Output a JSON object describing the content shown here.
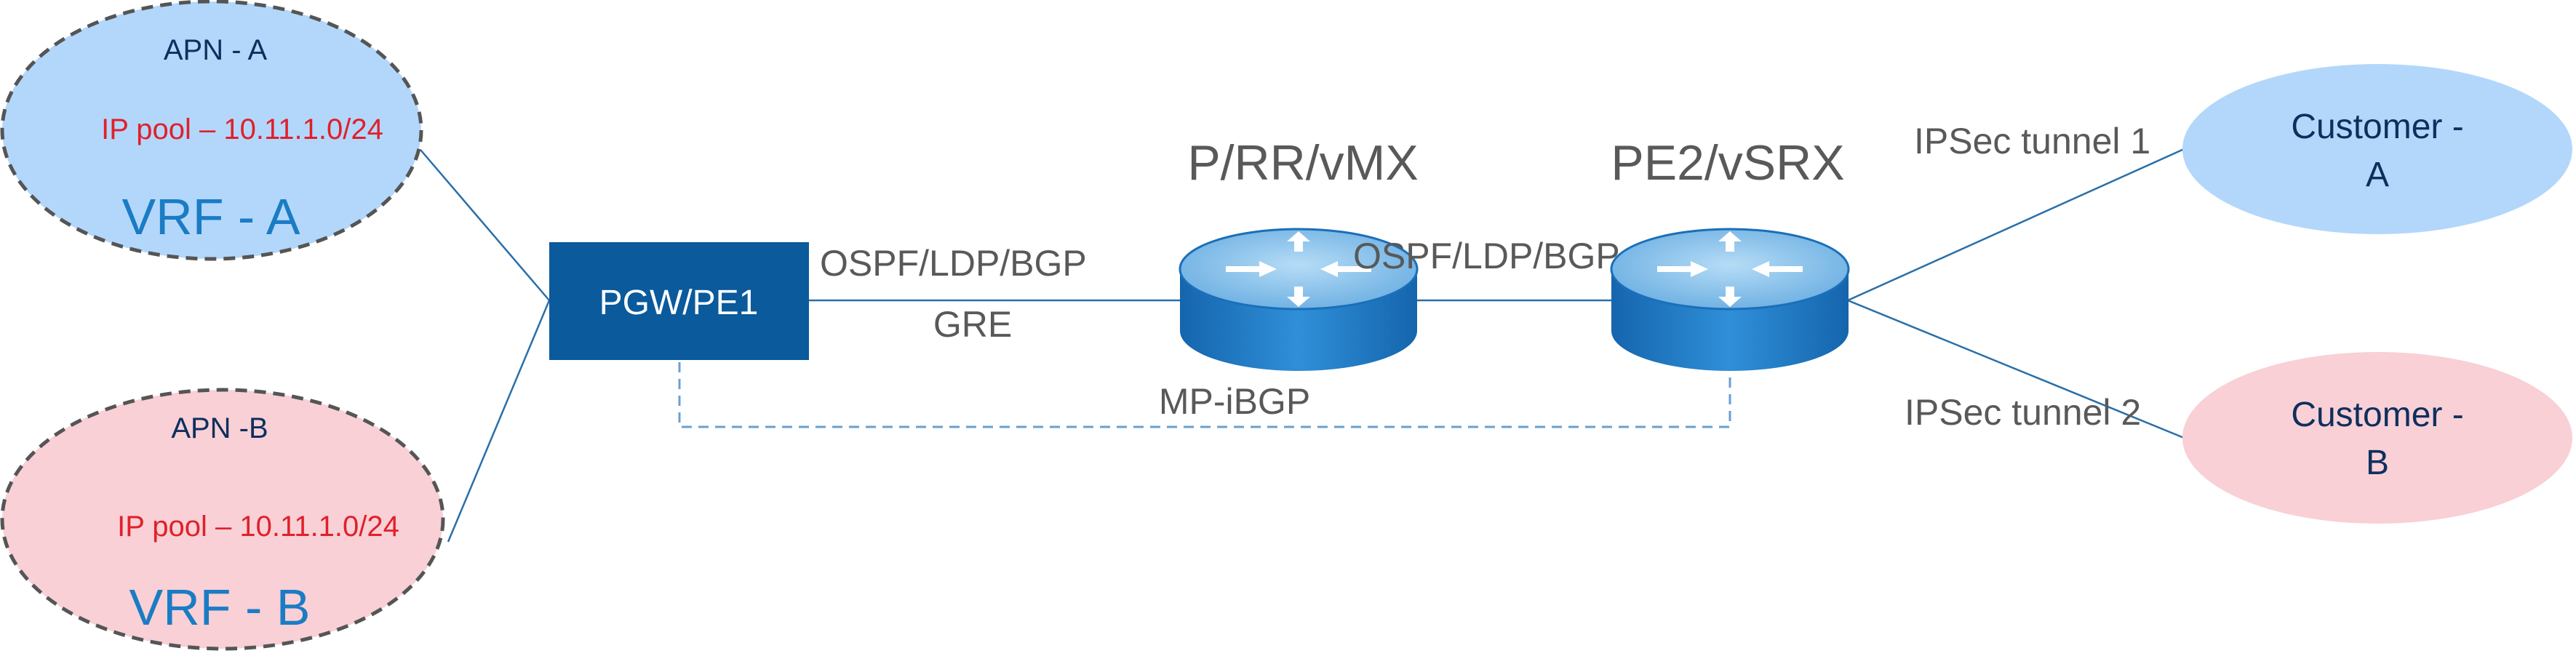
{
  "colors": {
    "blue_fill": "#b3d7fb",
    "pink_fill": "#f8d0d6",
    "dark_blue_box": "#0a5a9c",
    "router_body": "#1f7cc8",
    "router_top": "#8fc3ec",
    "link": "#2a6fa8",
    "dashed_link": "#6a9fd0",
    "vrf_text": "#1a7cc4",
    "apn_text": "#0d2f5e",
    "pool_text": "#e0202a",
    "label_gray": "#595959"
  },
  "vrf_a": {
    "apn": "APN - A",
    "pool": "IP pool – 10.11.1.0/24",
    "vrf": "VRF - A"
  },
  "vrf_b": {
    "apn": "APN -B",
    "pool": "IP pool – 10.11.1.0/24",
    "vrf": "VRF - B"
  },
  "pgw": {
    "label": "PGW/PE1"
  },
  "router_p": {
    "label": "P/RR/vMX"
  },
  "router_pe2": {
    "label": "PE2/vSRX"
  },
  "links": {
    "pe1_p_protocols": "OSPF/LDP/BGP",
    "pe1_p_tunnel": "GRE",
    "p_pe2_protocols": "OSPF/LDP/BGP",
    "mp_ibgp": "MP-iBGP",
    "ipsec_1": "IPSec tunnel 1",
    "ipsec_2": "IPSec tunnel 2"
  },
  "customer_a": {
    "line1": "Customer -",
    "line2": "A"
  },
  "customer_b": {
    "line1": "Customer -",
    "line2": "B"
  }
}
